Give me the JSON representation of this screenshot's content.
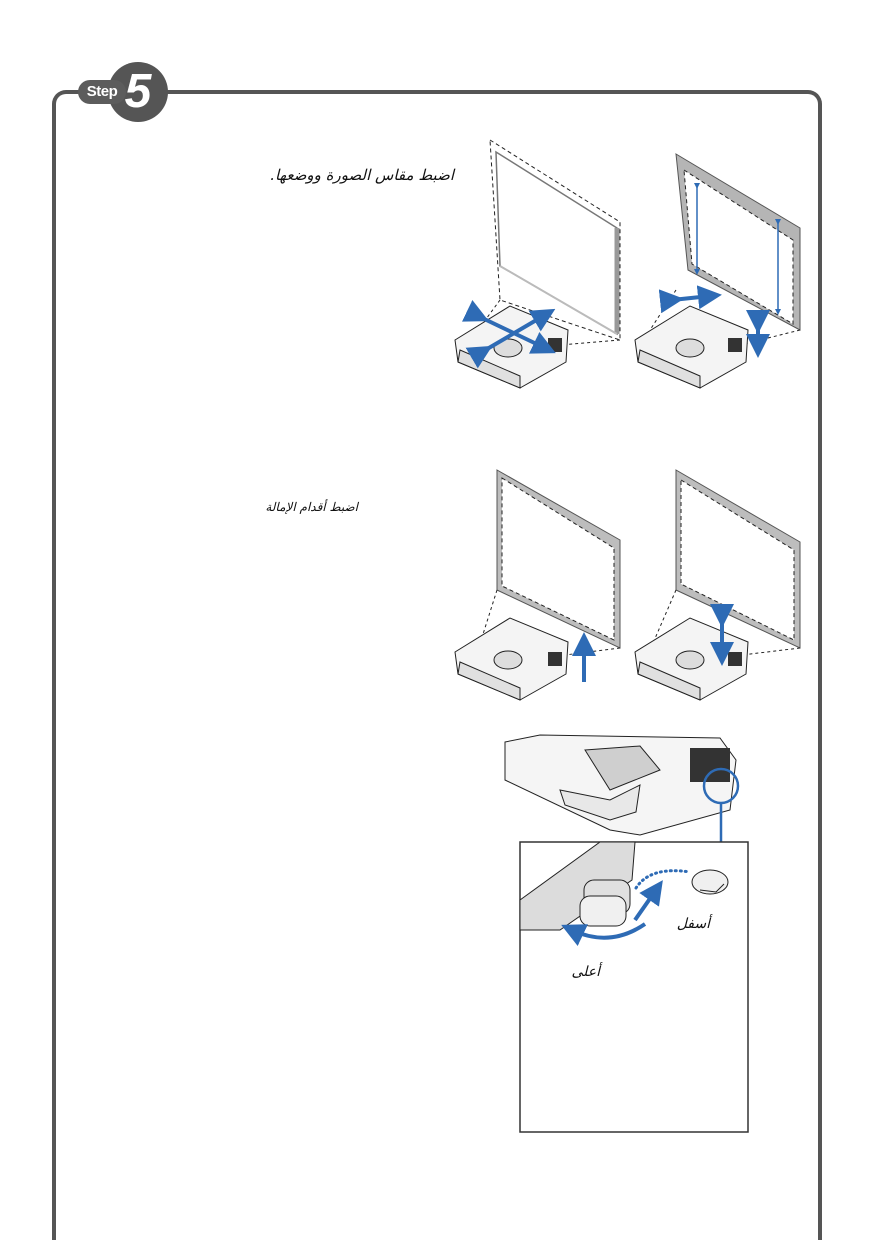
{
  "step": {
    "word": "Step",
    "number": "5"
  },
  "captions": {
    "adjust_size_position": "اضبط مقاس الصورة ووضعها.",
    "adjust_tilt_feet": "اضبط أقدام الإمالة"
  },
  "foot_labels": {
    "down": "أسفل",
    "up": "أعلى"
  },
  "colors": {
    "frame": "#555555",
    "arrow": "#2e6bb5",
    "screen_edge": "#9a9a9a"
  }
}
